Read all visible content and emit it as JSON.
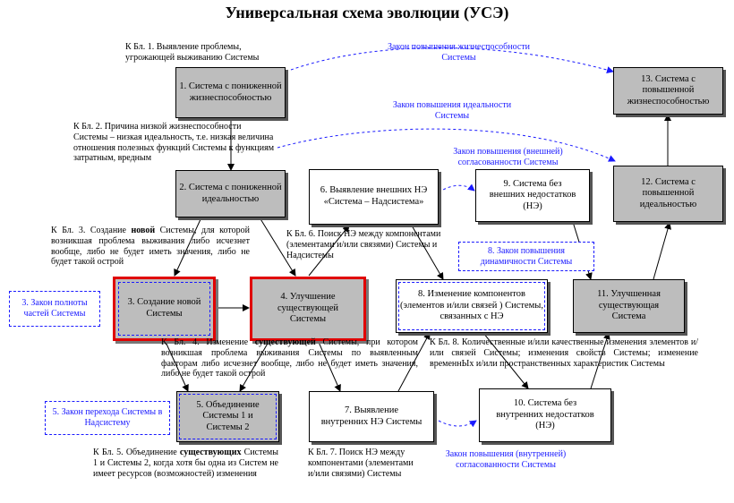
{
  "title": "Универсальная схема эволюции (УСЭ)",
  "boxes": {
    "b1": "1. Система с пониженной жизнеспособностью",
    "b2": "2. Система с пониженной идеальностью",
    "b3": "3. Создание новой Системы",
    "b4": "4. Улучшение существующей Системы",
    "b5": "5. Объединение Системы 1 и Системы 2",
    "b6": "6. Выявление внешних НЭ «Система – Надсистема»",
    "b7": "7. Выявление внутренних НЭ Системы",
    "b8": "8. Изменение компонентов (элементов и/или связей ) Системы, связанных с НЭ",
    "b9": "9. Система без внешних недостатков (НЭ)",
    "b10": "10. Система без внутренних недостатков (НЭ)",
    "b11": "11. Улучшенная существующая Система",
    "b12": "12. Система с повышенной идеальностью",
    "b13": "13. Система с повышенной жизнеспособностью"
  },
  "notes": {
    "kbl1": "К Бл. 1. Выявление проблемы, угрожающей выживанию Системы",
    "kbl2": "К Бл. 2. Причина низкой жизнеспособности Системы – низкая идеальность, т.е. низкая величина отношения полезных функций Системы к функциям затратным, вредным",
    "kbl3_a": "К Бл. 3. Создание ",
    "kbl3_bold": "новой",
    "kbl3_b": " Системы, для которой возникшая проблема выживания либо исчезнет вообще, либо не будет иметь значения, либо не будет такой острой",
    "kbl4_a": "К Бл. 4. Изменение ",
    "kbl4_bold": "существующей",
    "kbl4_b": " Системы, при котором возникшая проблема выживания Системы по выявленным факторам либо исчезнет вообще, либо не будет иметь значения, либо не будет такой острой",
    "kbl5_a": "К Бл. 5. Объединение ",
    "kbl5_bold": "существующих",
    "kbl5_b": " Системы 1 и Системы 2, когда хотя бы одна из Систем не имеет ресурсов (возможностей) изменения",
    "kbl6": "К Бл. 6. Поиск НЭ между компонентами (элементами и/или связями) Системы и Надсистемы",
    "kbl7": "К Бл. 7. Поиск НЭ между компонентами (элементами и/или связями) Системы",
    "kbl8": "К Бл. 8. Количественные и/или качественные изменения элементов и/или связей Системы; изменения свойств Системы; изменение временнЫх и/или пространственных характеристик Системы"
  },
  "laws": {
    "l1": "Закон повышения жизнеспособности Системы",
    "l2": "Закон повышения идеальности Системы",
    "l3": "Закон повышения (внешней) согласованности Системы",
    "l4": "Закон повышения (внутренней) согласованности Системы",
    "l5": "5. Закон перехода Системы в Надсистему",
    "l8": "8. Закон повышения динамичности Системы",
    "l3b": "3. Закон полноты частей Системы"
  },
  "colors": {
    "accent_blue": "#1a1aff",
    "highlight_red": "#e00000",
    "box_grey": "#bdbdbd"
  }
}
